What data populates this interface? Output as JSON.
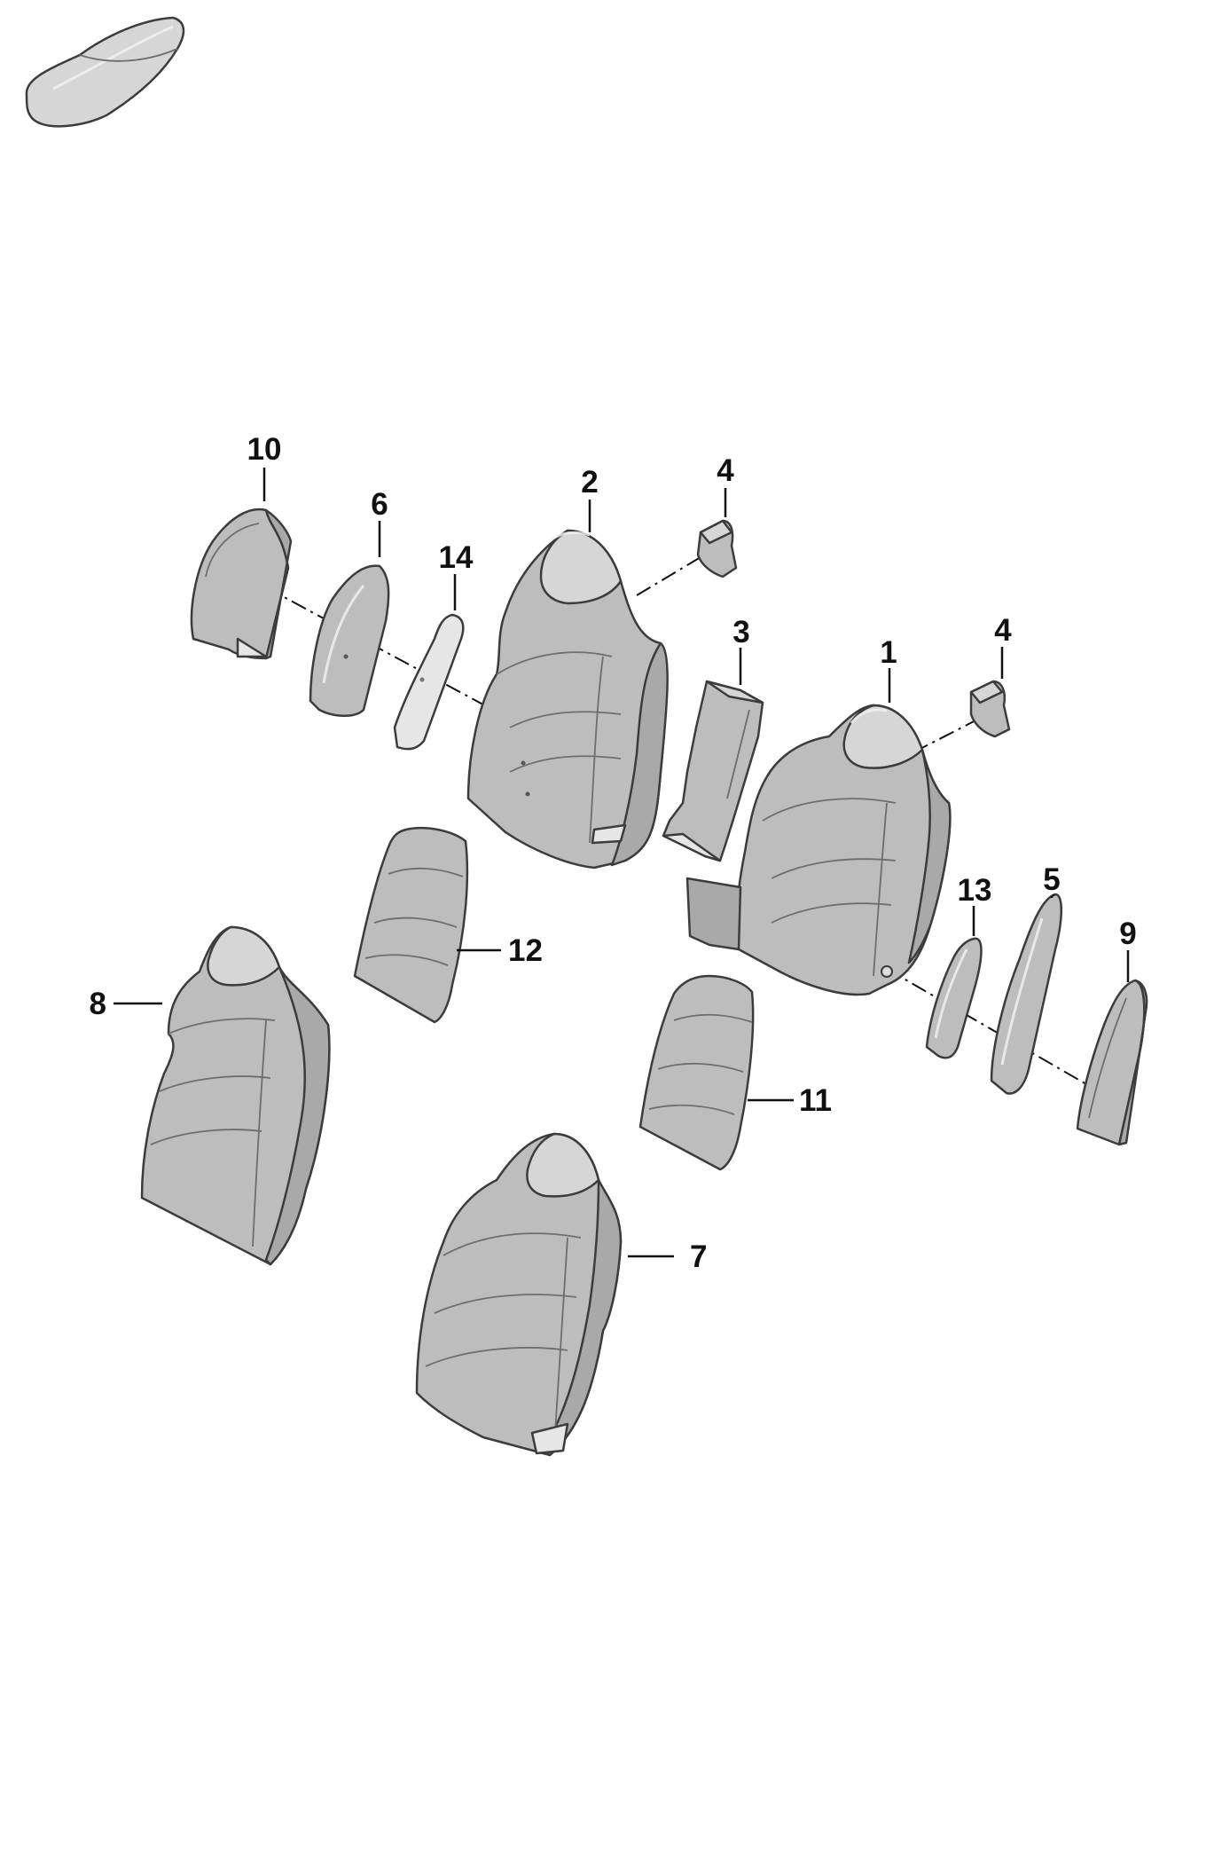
{
  "diagram": {
    "callouts": [
      {
        "id": "c1",
        "label": "1"
      },
      {
        "id": "c2",
        "label": "2"
      },
      {
        "id": "c3",
        "label": "3"
      },
      {
        "id": "c4a",
        "label": "4"
      },
      {
        "id": "c4b",
        "label": "4"
      },
      {
        "id": "c5",
        "label": "5"
      },
      {
        "id": "c6",
        "label": "6"
      },
      {
        "id": "c7",
        "label": "7"
      },
      {
        "id": "c8",
        "label": "8"
      },
      {
        "id": "c9",
        "label": "9"
      },
      {
        "id": "c10",
        "label": "10"
      },
      {
        "id": "c11",
        "label": "11"
      },
      {
        "id": "c12",
        "label": "12"
      },
      {
        "id": "c13",
        "label": "13"
      },
      {
        "id": "c14",
        "label": "14"
      }
    ]
  },
  "colors": {
    "part_fill": "#bdbdbd",
    "part_shadow": "#a9a9a9",
    "part_light": "#d6d6d6",
    "outline": "#3c3c3c",
    "label": "#111111"
  }
}
